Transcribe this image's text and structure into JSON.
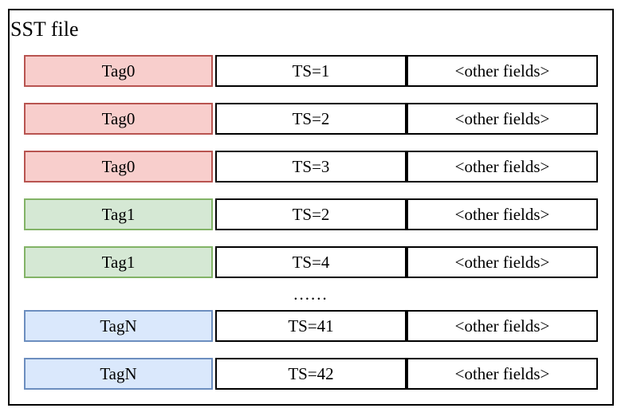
{
  "diagram": {
    "title": "SST file",
    "ellipsis": "......",
    "colors": {
      "red_fill": "#f8cecc",
      "red_stroke": "#b85450",
      "green_fill": "#d5e8d4",
      "green_stroke": "#82b366",
      "blue_fill": "#dae8fc",
      "blue_stroke": "#6c8ebf",
      "cell_stroke": "#000000"
    },
    "rows": [
      {
        "tag": "Tag0",
        "ts": "TS=1",
        "other": "<other fields>",
        "color": "red"
      },
      {
        "tag": "Tag0",
        "ts": "TS=2",
        "other": "<other fields>",
        "color": "red"
      },
      {
        "tag": "Tag0",
        "ts": "TS=3",
        "other": "<other fields>",
        "color": "red"
      },
      {
        "tag": "Tag1",
        "ts": "TS=2",
        "other": "<other fields>",
        "color": "green"
      },
      {
        "tag": "Tag1",
        "ts": "TS=4",
        "other": "<other fields>",
        "color": "green"
      },
      {
        "type": "ellipsis",
        "label": "......"
      },
      {
        "tag": "TagN",
        "ts": "TS=41",
        "other": "<other fields>",
        "color": "blue"
      },
      {
        "tag": "TagN",
        "ts": "TS=42",
        "other": "<other fields>",
        "color": "blue"
      }
    ]
  }
}
